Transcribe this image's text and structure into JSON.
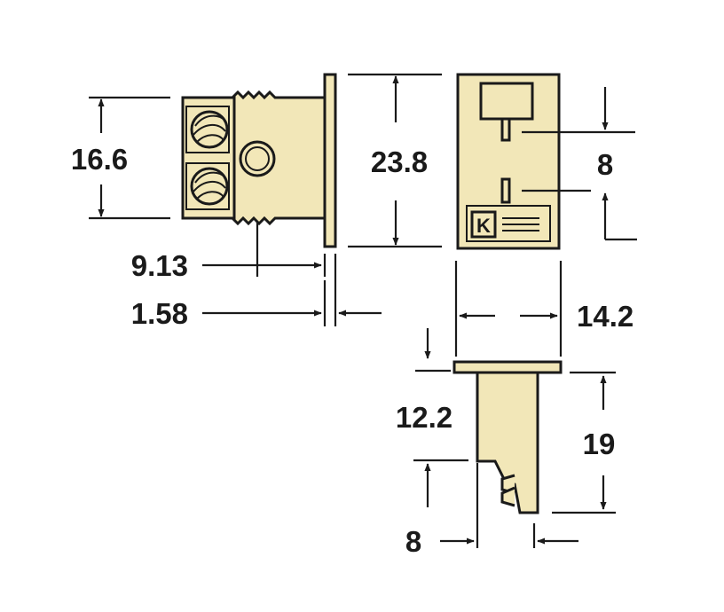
{
  "dimensions": {
    "terminal_height": "16.6",
    "face_height": "23.8",
    "slot_spacing": "8",
    "screw_offset": "9.13",
    "flange_thickness": "1.58",
    "face_width": "14.2",
    "side_upper": "12.2",
    "side_total": "19",
    "side_width": "8"
  },
  "face_label": "K",
  "colors": {
    "body": "#f2e7b8",
    "outline": "#1a1a1a",
    "background": "#ffffff"
  }
}
